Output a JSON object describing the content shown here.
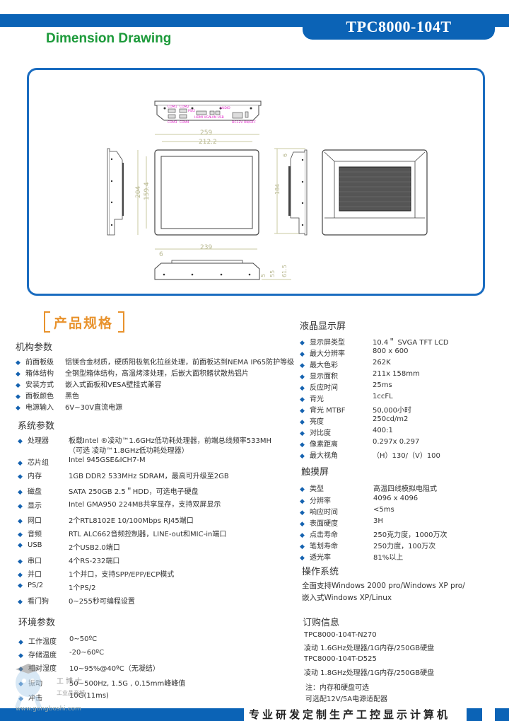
{
  "header": {
    "model": "TPC8000-104T",
    "dimension_title": "Dimension Drawing"
  },
  "drawing": {
    "dims": {
      "front_width": "259",
      "screen_width": "212.2",
      "front_height": "204",
      "screen_height": "159.4",
      "side_height": "184",
      "side_offset": "6",
      "bottom_width": "239",
      "bottom_offset": "6",
      "depth_5": "5",
      "depth_55": "55",
      "depth_615": "61.5"
    },
    "port_labels": [
      "COM1",
      "COM2",
      "COM3",
      "COM4",
      "PS/2",
      "HDMI",
      "VGA",
      "LAN",
      "USB",
      "AUDIO",
      "DC12V",
      "ON/OFF"
    ]
  },
  "spec": {
    "heading": "产品规格",
    "mechanical": {
      "title": "机构参数",
      "rows": [
        {
          "label": "前面板级",
          "value": "铝镁合金材质，硬质阳极氧化拉丝处理，前面板达到NEMA IP65防护等级"
        },
        {
          "label": "箱体结构",
          "value": "全钢型箱体结构，高温烤漆处理，后嵌大面积鳍状散热铝片"
        },
        {
          "label": "安装方式",
          "value": "嵌入式面板和VESA壁挂式兼容"
        },
        {
          "label": "面板颜色",
          "value": "黑色"
        },
        {
          "label": "电源输入",
          "value": "6V~30V直流电源"
        }
      ]
    },
    "system": {
      "title": "系统参数",
      "rows": [
        {
          "label": "处理器",
          "value": "板载Intel ®凌动™1.6GHz低功耗处理器，前端总线频率533MH",
          "value2": "（可选 凌动™1.8GHz低功耗处理器）"
        },
        {
          "label": "芯片组",
          "value": "Intel 945GSE&ICH7-M"
        },
        {
          "label": "内存",
          "value": "1GB DDR2 533MHz SDRAM，最高可升级至2GB"
        },
        {
          "label": "磁盘",
          "value": "SATA 250GB 2.5＂HDD，可选电子硬盘"
        },
        {
          "label": "显示",
          "value": "Intel  GMA950 224MB共享显存，支持双屏显示"
        },
        {
          "label": "网口",
          "value": "2个RTL8102E 10/100Mbps RJ45端口"
        },
        {
          "label": "音频",
          "value": "RTL ALC662音频控制器，LINE-out和MIC-in端口"
        },
        {
          "label": "USB",
          "value": "2个USB2.0端口"
        },
        {
          "label": "串口",
          "value": "4个RS-232端口"
        },
        {
          "label": "并口",
          "value": "1个并口，支持SPP/EPP/ECP模式"
        },
        {
          "label": "PS/2",
          "value": "1个PS/2"
        },
        {
          "label": "看门狗",
          "value": "0~255秒可编程设置"
        }
      ]
    },
    "environment": {
      "title": "环境参数",
      "rows": [
        {
          "label": "工作温度",
          "value": "0~50ºC"
        },
        {
          "label": "存储温度",
          "value": "-20~60ºC"
        },
        {
          "label": "相对湿度",
          "value": "10~95%@40ºC（无凝结）"
        },
        {
          "label": "振动",
          "value": "50~500Hz, 1.5G , 0.15mm峰峰值"
        },
        {
          "label": "冲击",
          "value": "10G(11ms)"
        }
      ]
    },
    "lcd": {
      "title": "液晶显示屏",
      "rows": [
        {
          "label": "显示屏类型",
          "value": "10.4＂ SVGA TFT LCD"
        },
        {
          "label": "最大分辨率",
          "value": "800 x 600"
        },
        {
          "label": "最大色彩",
          "value": "262K"
        },
        {
          "label": "显示面积",
          "value": "211x 158mm"
        },
        {
          "label": "反应时间",
          "value": "25ms"
        },
        {
          "label": "背光",
          "value": "1ccFL"
        },
        {
          "label": "背光 MTBF",
          "value": "50,000小时"
        },
        {
          "label": "亮度",
          "value": "250cd/m2"
        },
        {
          "label": "对比度",
          "value": "400:1"
        },
        {
          "label": "像素距离",
          "value": "0.297x 0.297"
        },
        {
          "label": "最大视角",
          "value": "（H）130/（V）100"
        }
      ]
    },
    "touch": {
      "title": "触摸屏",
      "rows": [
        {
          "label": "类型",
          "value": "高温四线模拟电阻式"
        },
        {
          "label": "分辨率",
          "value": "4096 x 4096"
        },
        {
          "label": "响应时间",
          "value": "<5ms"
        },
        {
          "label": "表面硬度",
          "value": "3H"
        },
        {
          "label": "点击寿命",
          "value": "250克力度，1000万次"
        },
        {
          "label": "笔划寿命",
          "value": "250力度，100万次"
        },
        {
          "label": "透光率",
          "value": "81%以上"
        }
      ]
    },
    "os": {
      "title": "操作系统",
      "line1": "全面支持Windows 2000 pro/Windows XP pro/",
      "line2": "嵌入式Windows XP/Linux"
    },
    "order": {
      "title": "订购信息",
      "items": [
        {
          "model": "TPC8000-104T-N270",
          "desc": "凌动 1.6GHz处理器/1G内存/250GB硬盘"
        },
        {
          "model": "TPC8000-104T-D525",
          "desc": "凌动 1.8GHz处理器/1G内存/250GB硬盘"
        }
      ],
      "note1": "注：内存和硬盘可选",
      "note2": "可选配12V/5A电源适配器"
    }
  },
  "footer": {
    "slogan": "专业研发定制生产工控显示计算机",
    "watermark_name": "工博士",
    "watermark_sub": "工业品商城",
    "watermark_url": "www.gongboshi.com"
  },
  "colors": {
    "brand_blue": "#0b63b6",
    "title_green": "#1c9a3a",
    "heading_orange": "#e8922c",
    "dim_line": "#c8c8a0",
    "port_magenta": "#e020c8"
  }
}
